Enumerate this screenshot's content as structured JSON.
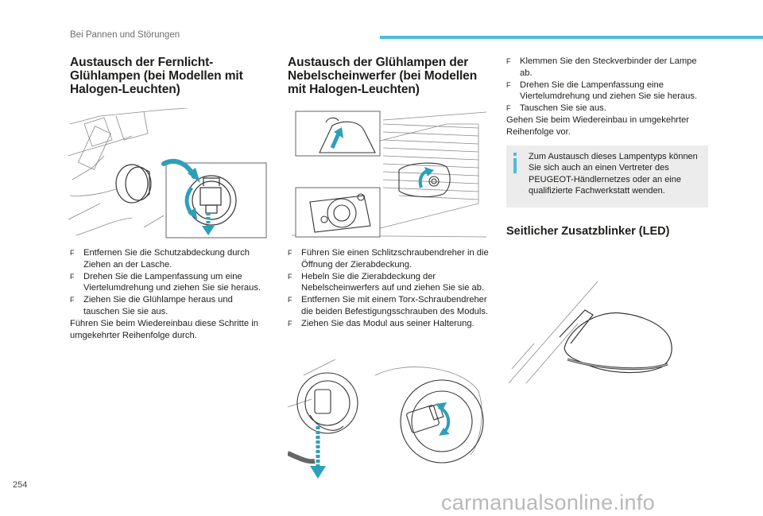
{
  "header": {
    "section_title": "Bei Pannen und Störungen",
    "accent_color": "#49bed8"
  },
  "col1": {
    "title": "Austausch der Fernlicht-Glühlampen (bei Modellen mit Halogen-Leuchten)",
    "title_lines": [
      "Austausch der Fernlicht-",
      "Glühlampen (bei Modellen mit",
      "Halogen-Leuchten)"
    ],
    "steps": [
      "Entfernen Sie die Schutzabdeckung durch Ziehen an der Lasche.",
      "Drehen Sie die Lampenfassung um eine Viertelumdrehung und ziehen Sie sie heraus.",
      "Ziehen Sie die Glühlampe heraus und tauschen Sie sie aus."
    ],
    "after_text": "Führen Sie beim Wiedereinbau diese Schritte in umgekehrter Reihenfolge durch."
  },
  "col2": {
    "title_lines": [
      "Austausch der Glühlampen der",
      "Nebelscheinwerfer (bei Modellen",
      "mit Halogen-Leuchten)"
    ],
    "steps": [
      "Führen Sie einen Schlitzschraubendreher in die Öffnung der Zierabdeckung.",
      "Hebeln Sie die Zierabdeckung der Nebelscheinwerfers auf und ziehen Sie sie ab.",
      "Entfernen Sie mit einem Torx-Schraubendreher die beiden Befestigungsschrauben des Moduls.",
      "Ziehen Sie das Modul aus seiner Halterung."
    ]
  },
  "col3": {
    "steps": [
      "Klemmen Sie den Steckverbinder der Lampe ab.",
      "Drehen Sie die Lampenfassung eine Viertelumdrehung und ziehen Sie sie heraus.",
      "Tauschen Sie sie aus."
    ],
    "after_text": "Gehen Sie beim Wiedereinbau in umgekehrter Reihenfolge vor.",
    "note": "Zum Austausch dieses Lampentyps können Sie sich auch an einen Vertreter des PEUGEOT-Händlernetzes oder an eine qualifizierte Fachwerkstatt wenden.",
    "subheading": "Seitlicher Zusatzblinker (LED)"
  },
  "bullet_marker": "F",
  "icons": {
    "step": "step-marker-icon",
    "info": "info-icon"
  },
  "page_number": "254",
  "watermark": "carmanualsonline.info"
}
